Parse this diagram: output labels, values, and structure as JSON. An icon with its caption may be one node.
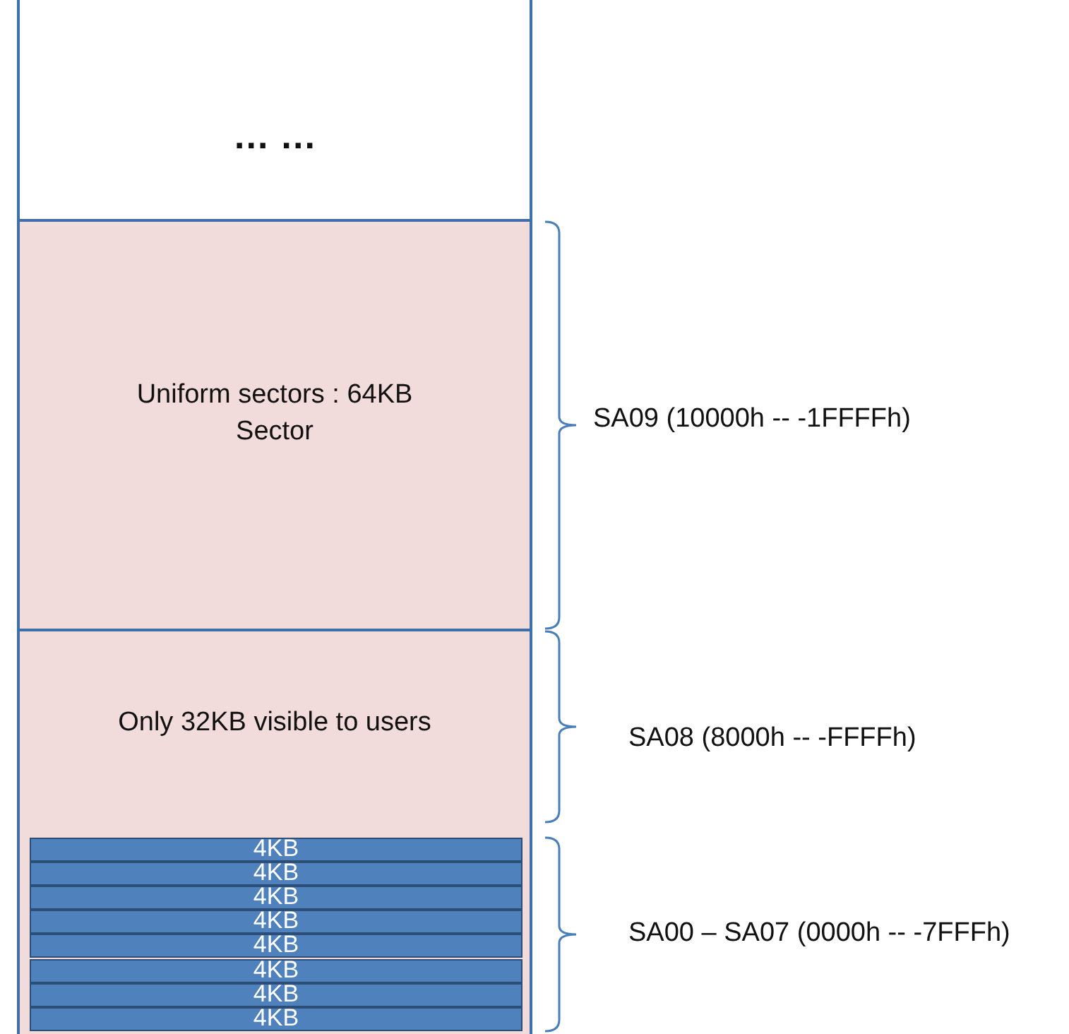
{
  "diagram": {
    "nodes": [
      {
        "text": [
          "… …"
        ]
      },
      {
        "text": [
          "Uniform sectors : 64KB Sector"
        ]
      },
      {
        "text": [
          "Only 32KB visible to users"
        ]
      },
      {
        "text": [
          "4KB"
        ],
        "in": 2
      },
      {
        "text": [
          "4KB"
        ],
        "in": 2
      },
      {
        "text": [
          "4KB"
        ],
        "in": 2
      },
      {
        "text": [
          "4KB"
        ],
        "in": 2
      },
      {
        "text": [
          "4KB"
        ],
        "in": 2
      },
      {
        "text": [
          "4KB"
        ],
        "in": 2
      },
      {
        "text": [
          "4KB"
        ],
        "in": 2
      },
      {
        "text": [
          "4KB"
        ],
        "in": 2
      }
    ],
    "labels": [
      "SA09 (10000h -- -1FFFFh)",
      "SA08 (8000h -- -FFFFh)",
      "SA00 – SA07 (0000h -- -7FFFh)"
    ]
  }
}
